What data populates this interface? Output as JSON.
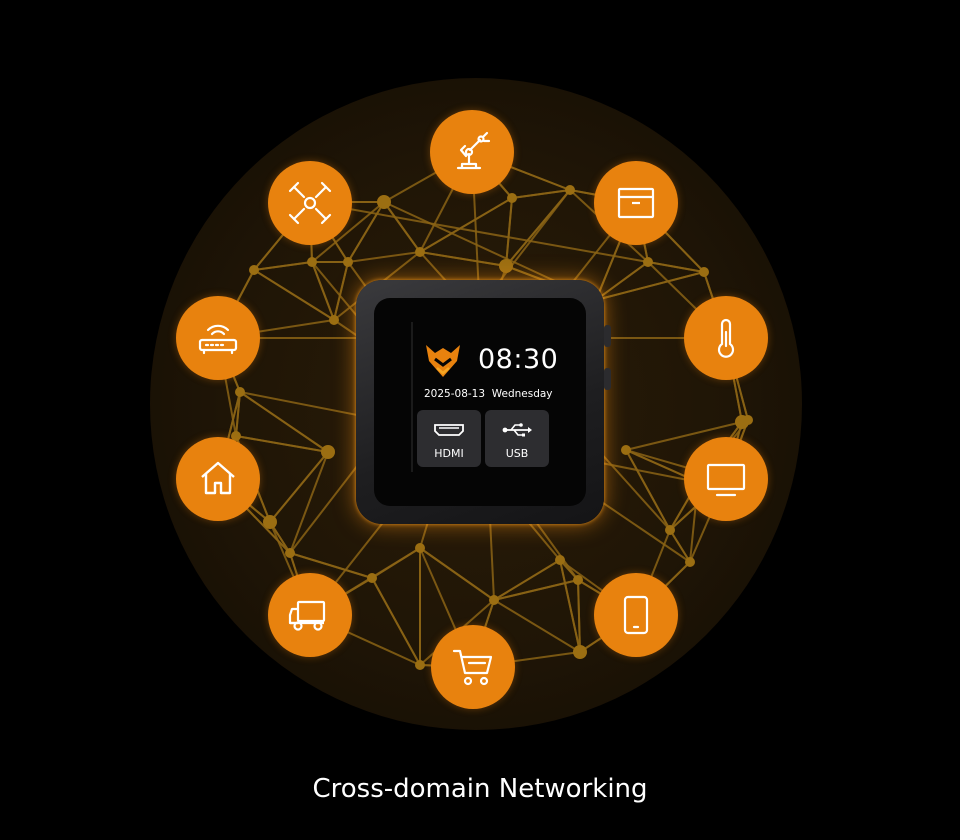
{
  "device": {
    "time": "08:30",
    "date": "2025-08-13",
    "weekday": "Wednesday",
    "tiles": [
      {
        "label": "HDMI",
        "icon": "hdmi-port-icon"
      },
      {
        "label": "USB",
        "icon": "usb-icon"
      }
    ]
  },
  "caption": "Cross-domain Networking",
  "colors": {
    "accent": "#e8820e",
    "network_line": "#8a6315",
    "background": "#000000",
    "text": "#ffffff"
  },
  "nodes": [
    {
      "icon": "robotic-arm-icon"
    },
    {
      "icon": "package-box-icon"
    },
    {
      "icon": "thermometer-icon"
    },
    {
      "icon": "monitor-icon"
    },
    {
      "icon": "smartphone-icon"
    },
    {
      "icon": "shopping-cart-icon"
    },
    {
      "icon": "delivery-truck-icon"
    },
    {
      "icon": "home-icon"
    },
    {
      "icon": "wifi-router-icon"
    },
    {
      "icon": "drone-icon"
    }
  ]
}
